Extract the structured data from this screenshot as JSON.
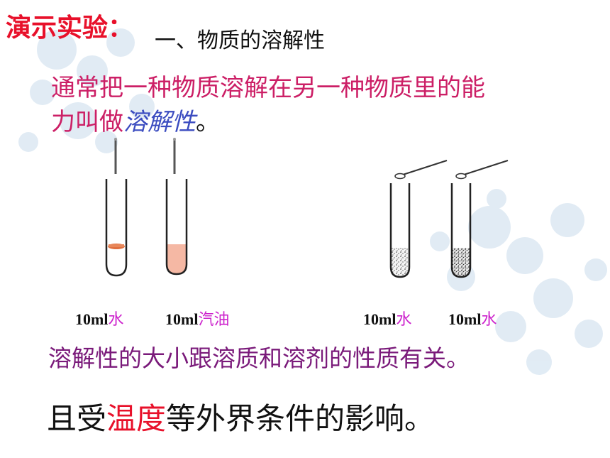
{
  "slide": {
    "demo_label": "演示实验：",
    "heading": "一、物质的溶解性",
    "definition": {
      "line1": "通常把一种物质溶解在另一种物质里的能",
      "line2_prefix": "力叫做",
      "term": "溶解性",
      "line2_suffix": "。"
    },
    "tubes": [
      {
        "volume": "10ml",
        "liquid": "水"
      },
      {
        "volume": "10ml",
        "liquid": "汽油"
      },
      {
        "volume": "10ml",
        "liquid": "水"
      },
      {
        "volume": "10ml",
        "liquid": "水"
      }
    ],
    "summary": "溶解性的大小跟溶质和溶剂的性质有关。",
    "temperature_line": {
      "prefix": "且受",
      "highlight": "温度",
      "suffix": "等外界条件的影响。"
    }
  },
  "colors": {
    "demo_label": "#e8102a",
    "definition": "#cc1f66",
    "term": "#3b4cc0",
    "liquid_label": "#cc22cc",
    "summary": "#7a1a7a",
    "highlight": "#e8102a",
    "oil_liquid": "#f5b8a4",
    "water_sediment": "#e07040"
  }
}
